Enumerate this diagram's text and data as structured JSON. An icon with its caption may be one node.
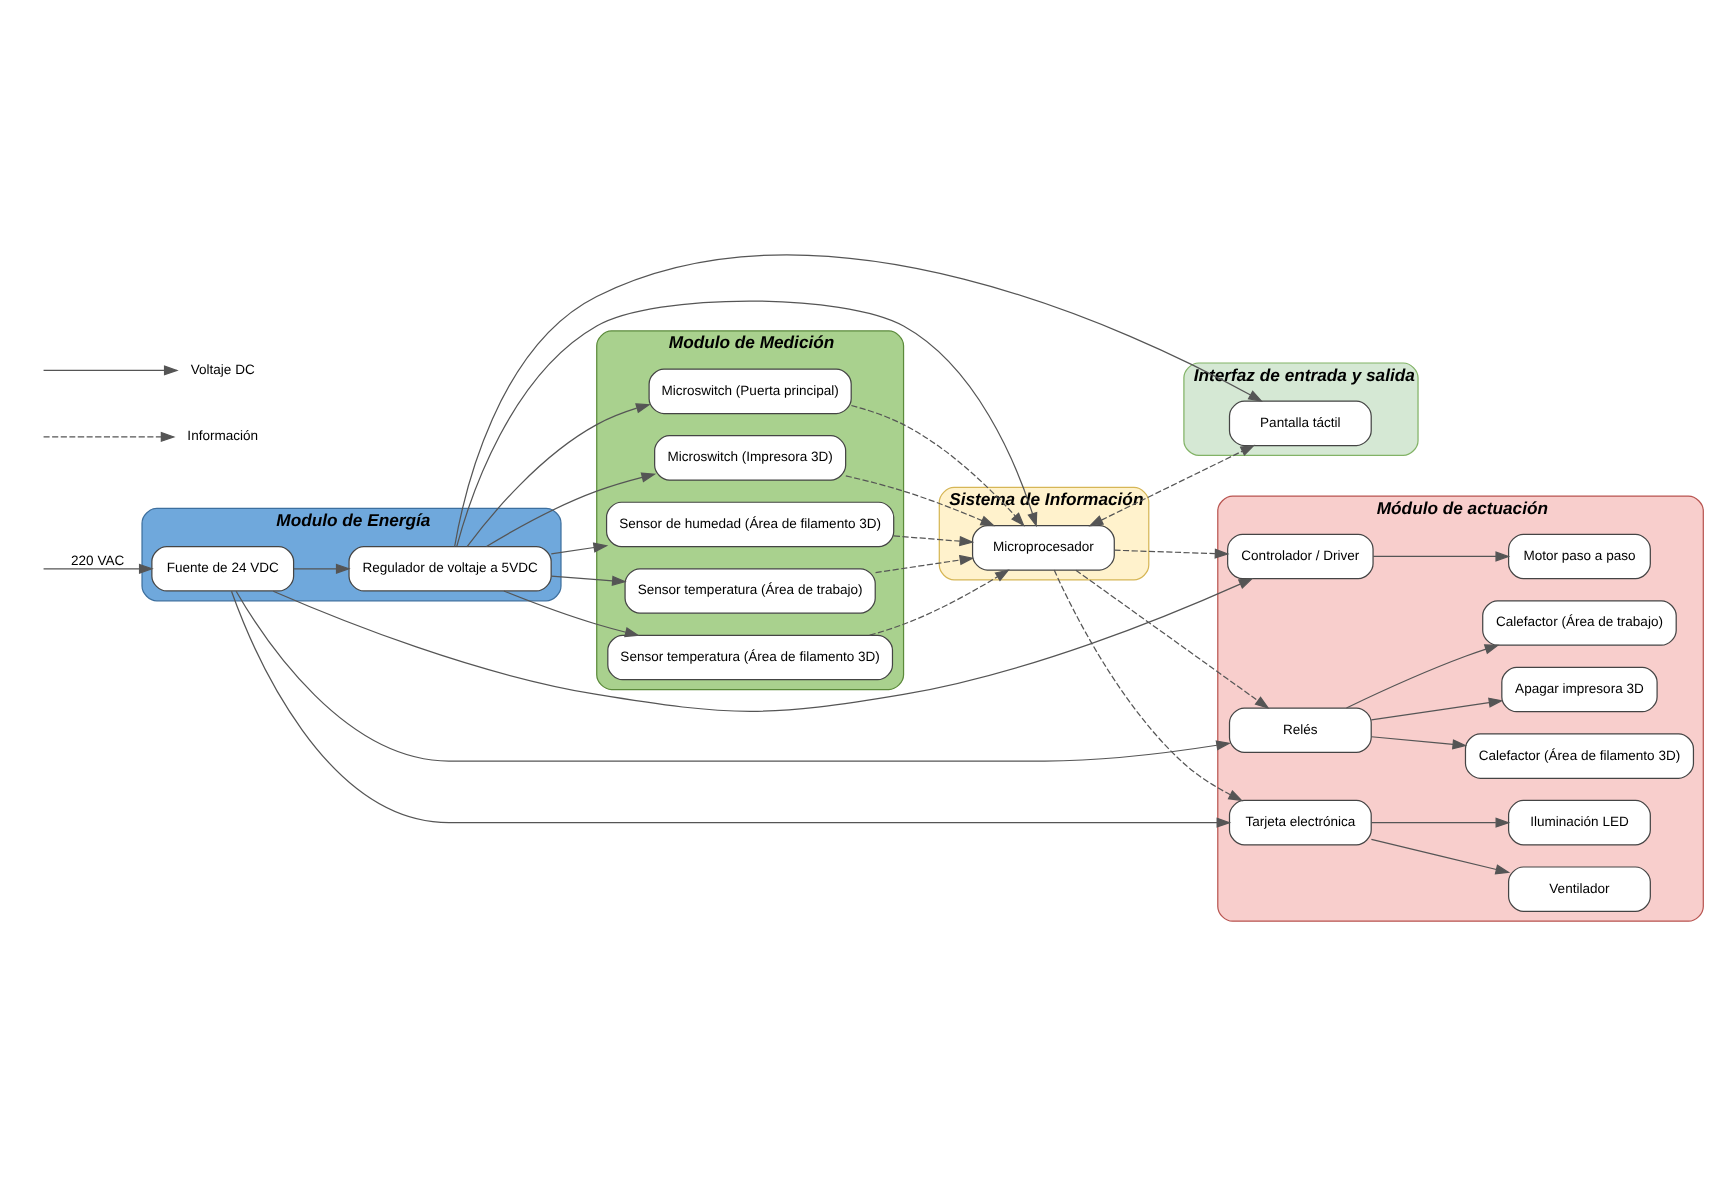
{
  "diagram": {
    "nodes": [
      {
        "text": [
          "Modulo de Medición"
        ]
      },
      {
        "text": [
          "Sensor de humedad (Área de filamento 3D)"
        ],
        "in": 0
      },
      {
        "text": [
          "Sensor temperatura (Área de trabajo)"
        ],
        "in": 0
      },
      {
        "text": [
          "Sensor temperatura (Área de filamento 3D)"
        ],
        "in": 0
      },
      {
        "text": [
          "Microswitch (Puerta principal)"
        ],
        "in": 0
      },
      {
        "text": [
          "Microswitch (Impresora 3D)"
        ],
        "in": 0
      },
      {
        "text": [
          "Interfaz de entrada y salida"
        ]
      },
      {
        "text": [
          "Pantalla táctil"
        ],
        "in": 6
      },
      {
        "text": [
          "Sistema de Información"
        ]
      },
      {
        "text": [
          "Microprocesador"
        ],
        "in": 8
      },
      {
        "text": [
          "Modulo de Energía"
        ]
      },
      {
        "text": [
          "Fuente de 24 VDC"
        ],
        "in": 10
      },
      {
        "text": [
          "Regulador de voltaje a 5VDC"
        ],
        "in": 10
      },
      {
        "text": [
          "Módulo de actuación"
        ]
      },
      {
        "text": [
          "Controlador / Driver"
        ],
        "in": 13
      },
      {
        "text": [
          "Motor paso a paso"
        ],
        "in": 13
      },
      {
        "text": [
          "Tarjeta electrónica"
        ],
        "in": 13
      },
      {
        "text": [
          "Ventilador"
        ],
        "in": 13
      },
      {
        "text": [
          "Iluminación LED"
        ],
        "in": 13
      },
      {
        "text": [
          "Relés"
        ],
        "in": 13
      },
      {
        "text": [
          "Calefactor (Área de trabajo)"
        ],
        "in": 13
      },
      {
        "text": [
          "Calefactor (Área de filamento 3D)"
        ],
        "in": 13
      },
      {
        "text": [
          "Apagar impresora 3D"
        ],
        "in": 13
      }
    ],
    "edges": [
      {
        "from": null,
        "to": 11,
        "arrow": "to",
        "label": "220 VAC"
      },
      {
        "from": 11,
        "to": 12,
        "arrow": "to"
      },
      {
        "from": 12,
        "to": 1,
        "arrow": "to"
      },
      {
        "from": 12,
        "to": 2,
        "arrow": "to"
      },
      {
        "from": 12,
        "to": 3,
        "arrow": "to"
      },
      {
        "from": 12,
        "to": 4,
        "arrow": "to"
      },
      {
        "from": 12,
        "to": 5,
        "arrow": "to"
      },
      {
        "from": 12,
        "to": 7,
        "arrow": "to"
      },
      {
        "from": 12,
        "to": 9,
        "arrow": "to"
      },
      {
        "from": 11,
        "to": 14,
        "arrow": "to"
      },
      {
        "from": 11,
        "to": 16,
        "arrow": "to"
      },
      {
        "from": 11,
        "to": 19,
        "arrow": "to"
      },
      {
        "from": 1,
        "to": 9,
        "arrow": "to",
        "style": "dashed"
      },
      {
        "from": 2,
        "to": 9,
        "arrow": "to",
        "style": "dashed"
      },
      {
        "from": 3,
        "to": 9,
        "arrow": "to",
        "style": "dashed"
      },
      {
        "from": 4,
        "to": 9,
        "arrow": "to",
        "style": "dashed"
      },
      {
        "from": 5,
        "to": 9,
        "arrow": "to",
        "style": "dashed"
      },
      {
        "from": 9,
        "to": 7,
        "arrow": "both",
        "style": "dashed"
      },
      {
        "from": 9,
        "to": 14,
        "arrow": "to",
        "style": "dashed"
      },
      {
        "from": 9,
        "to": 16,
        "arrow": "to",
        "style": "dashed"
      },
      {
        "from": 9,
        "to": 19,
        "arrow": "to",
        "style": "dashed"
      },
      {
        "from": 14,
        "to": 15,
        "arrow": "to"
      },
      {
        "from": 16,
        "to": 17,
        "arrow": "to"
      },
      {
        "from": 16,
        "to": 18,
        "arrow": "to"
      },
      {
        "from": 19,
        "to": 20,
        "arrow": "to"
      },
      {
        "from": 19,
        "to": 21,
        "arrow": "to"
      },
      {
        "from": 19,
        "to": 22,
        "arrow": "to"
      }
    ],
    "legend": [
      {
        "text": "Voltaje DC"
      },
      {
        "text": "Información"
      }
    ]
  }
}
